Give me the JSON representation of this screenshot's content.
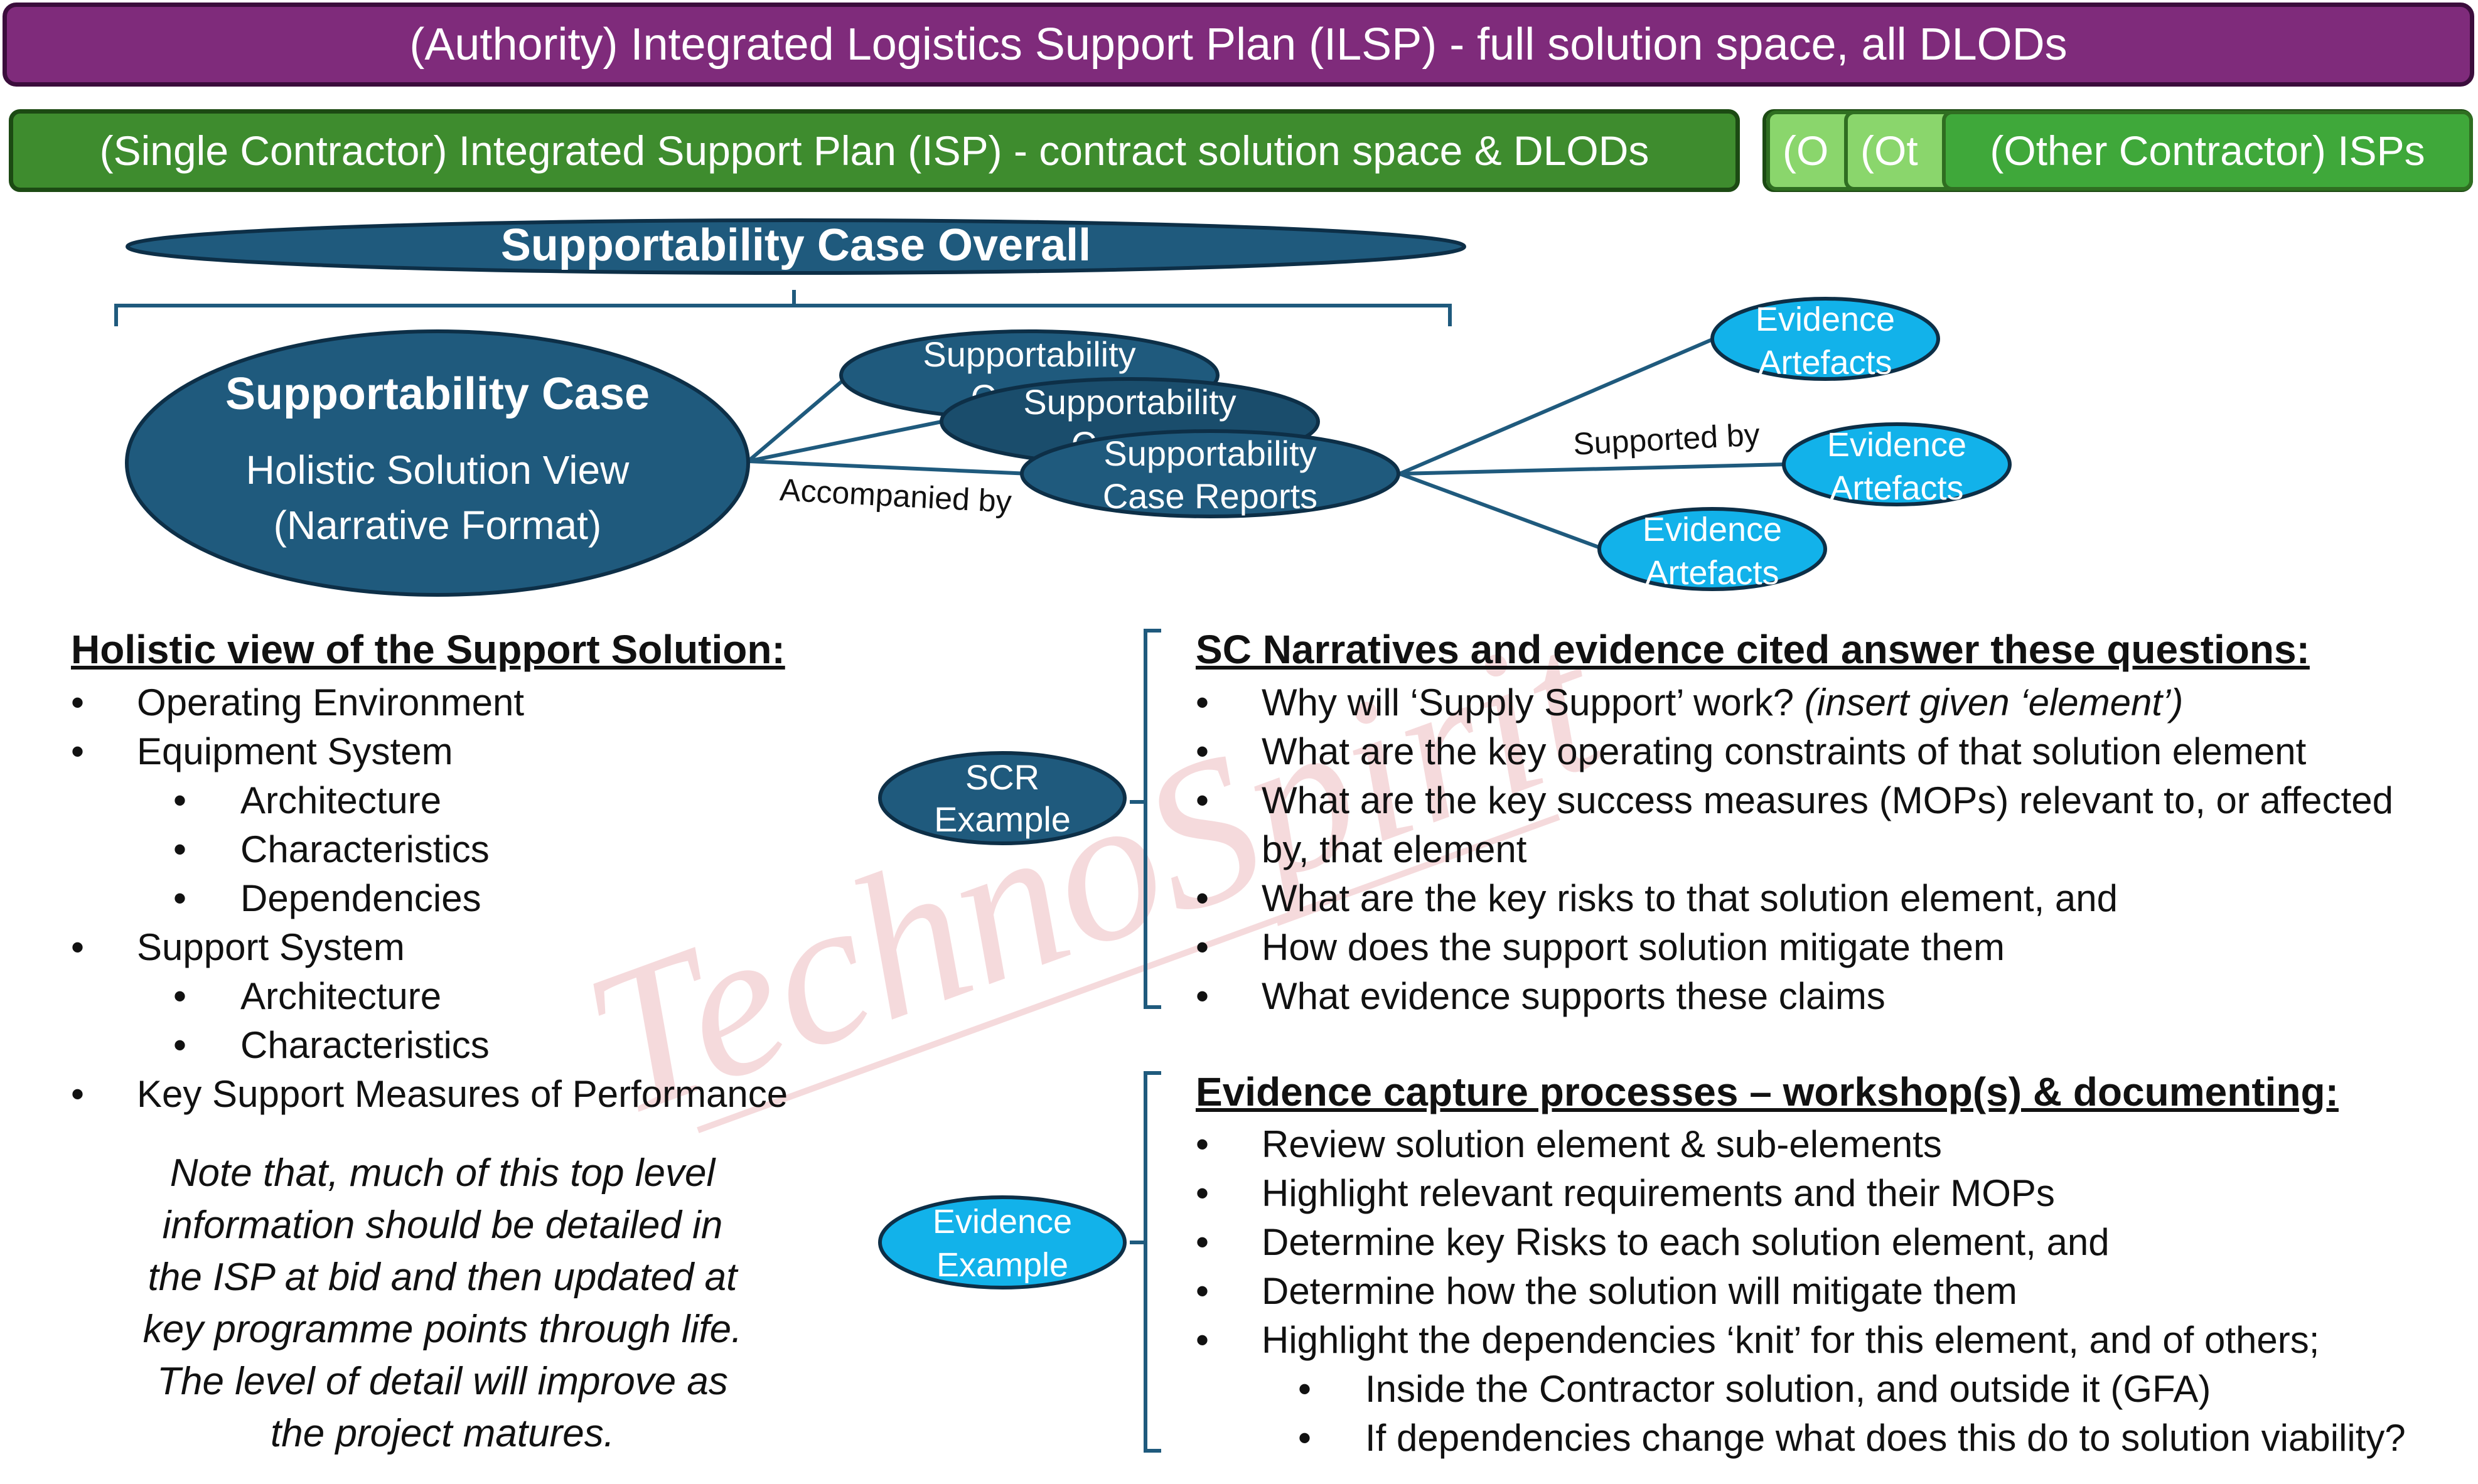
{
  "banners": {
    "ilsp": "(Authority) Integrated Logistics Support Plan (ILSP) - full solution space, all DLODs",
    "isp": "(Single Contractor) Integrated Support Plan (ISP) - contract solution space & DLODs",
    "other_partial_1": "(O",
    "other_partial_2": "(Ot",
    "other_isps": "(Other Contractor) ISPs"
  },
  "diagram": {
    "overall_title": "Supportability Case Overall",
    "case_title": "Supportability Case",
    "case_line1": "Holistic Solution View",
    "case_line2": "(Narrative Format)",
    "accompanied_by": "Accompanied by",
    "supported_by": "Supported by",
    "scr_back_line1": "Supportability",
    "scr_back_line2": "Case R",
    "scr_mid_line1": "Supportability",
    "scr_mid_line2": "Case R",
    "scr_front_line1": "Supportability",
    "scr_front_line2": "Case Reports",
    "evidence_line1": "Evidence",
    "evidence_line2": "Artefacts",
    "scr_example_line1": "SCR",
    "scr_example_line2": "Example",
    "evidence_example_line1": "Evidence",
    "evidence_example_line2": "Example",
    "watermark": "TechnoSpirit"
  },
  "colors": {
    "purple": "#7f2b7b",
    "dark_green": "#3e8c2e",
    "light_green": "#8ad66c",
    "navy": "#1f5a7d",
    "cyan": "#12b2ea"
  },
  "holistic": {
    "heading": "Holistic view of the Support Solution:",
    "items": [
      "Operating Environment",
      "Equipment System",
      "Architecture",
      "Characteristics",
      "Dependencies",
      "Support System",
      "Architecture",
      "Characteristics",
      "Key Support Measures of Performance"
    ],
    "note": [
      "Note that, much of this top level",
      "information should be detailed in",
      "the ISP at bid and then updated at",
      "key programme points through life.",
      "The level of detail will improve as",
      "the project matures."
    ]
  },
  "narratives": {
    "heading": "SC Narratives and evidence cited answer these questions:",
    "item1_text": "Why will ‘Supply Support’ work? ",
    "item1_italic": "(insert given ‘element’)",
    "items": [
      "What are the key operating constraints of that solution element",
      "What are the key success measures (MOPs) relevant to, or affected by, that element",
      "What are the key risks to that solution element, and",
      "How does the support solution mitigate them",
      "What evidence supports these claims"
    ]
  },
  "evidence_capture": {
    "heading": "Evidence capture processes – workshop(s) & documenting:",
    "items": [
      "Review solution element & sub-elements",
      "Highlight relevant requirements and their MOPs",
      "Determine key Risks to each solution element, and",
      "Determine how the solution will mitigate them",
      "Highlight the dependencies ‘knit’ for this element, and of others;",
      "Inside the Contractor solution, and outside it (GFA)",
      "If dependencies change what does this do to solution viability?"
    ]
  }
}
